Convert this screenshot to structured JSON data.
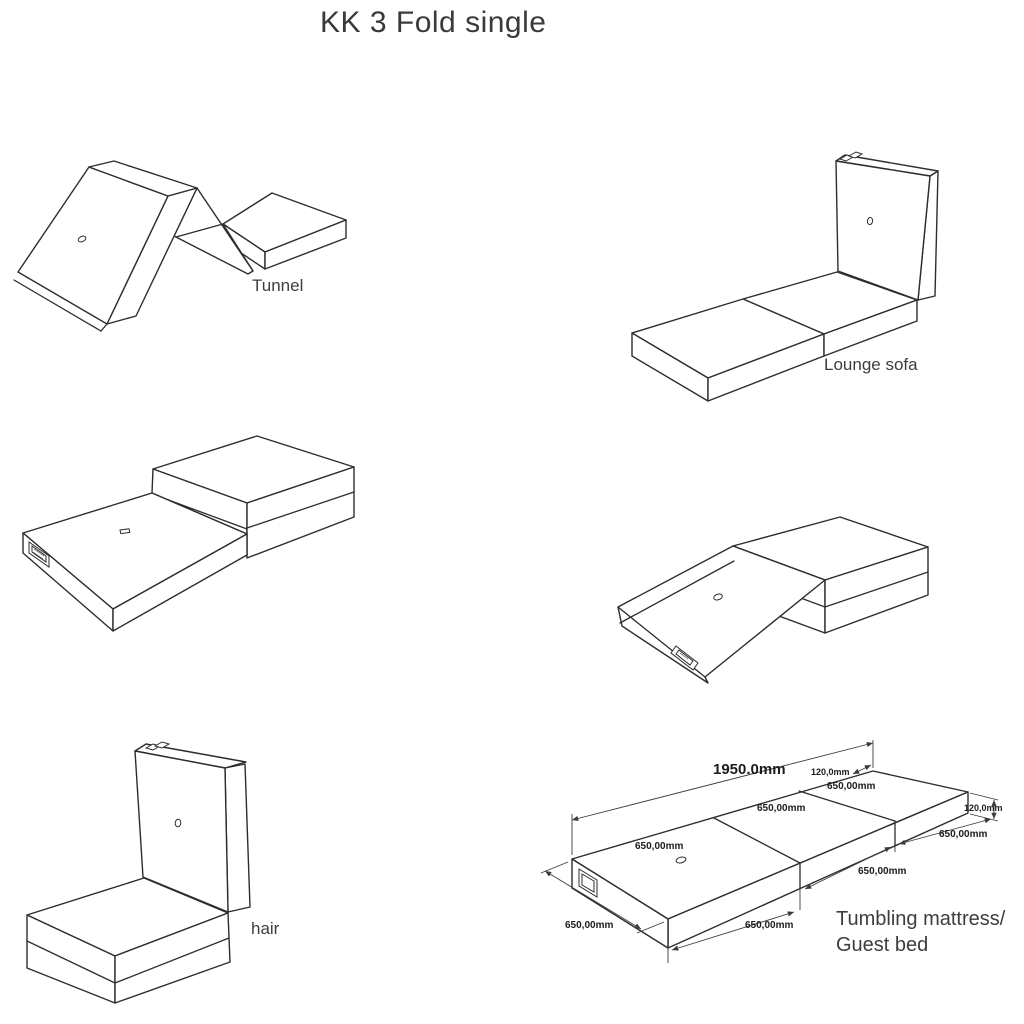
{
  "title": "KK 3 Fold single",
  "figures": {
    "tunnel": {
      "label": "Tunnel"
    },
    "lounge_sofa": {
      "label": "Lounge sofa"
    },
    "chair": {
      "label": "hair"
    },
    "guest_bed": {
      "label_line1": "Tumbling mattress/",
      "label_line2": "Guest bed"
    }
  },
  "dimensions": {
    "total_length": "1950.0mm",
    "thickness_top": "120,0mm",
    "thickness_right": "120,0mm",
    "d650": [
      "650,00mm",
      "650,00mm",
      "650,00mm",
      "650,00mm",
      "650,00mm",
      "650,00mm",
      "650,00mm"
    ]
  }
}
